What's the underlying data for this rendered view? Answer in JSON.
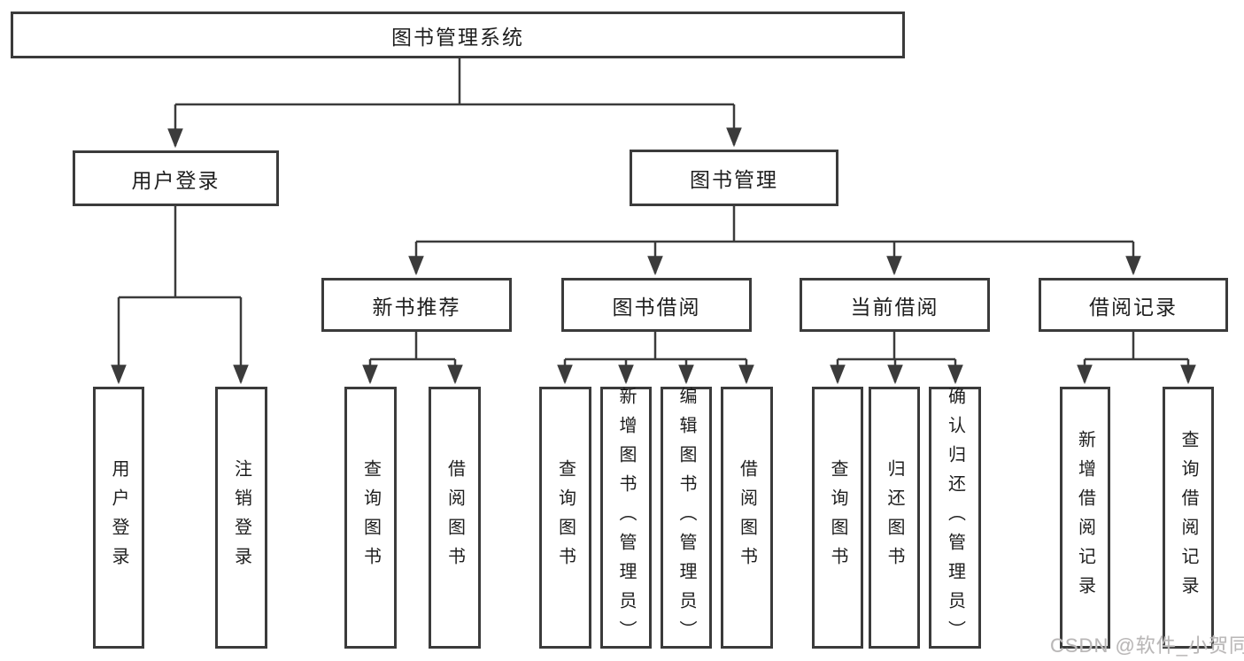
{
  "tree": {
    "label": "图书管理系统",
    "children": [
      {
        "label": "用户登录",
        "children": [
          {
            "label": "用户登录"
          },
          {
            "label": "注销登录"
          }
        ]
      },
      {
        "label": "图书管理",
        "children": [
          {
            "label": "新书推荐",
            "children": [
              {
                "label": "查询图书"
              },
              {
                "label": "借阅图书"
              }
            ]
          },
          {
            "label": "图书借阅",
            "children": [
              {
                "label": "查询图书"
              },
              {
                "label": "新增图书（管理员）"
              },
              {
                "label": "编辑图书（管理员）"
              },
              {
                "label": "借阅图书"
              }
            ]
          },
          {
            "label": "当前借阅",
            "children": [
              {
                "label": "查询图书"
              },
              {
                "label": "归还图书"
              },
              {
                "label": "确认归还（管理员）"
              }
            ]
          },
          {
            "label": "借阅记录",
            "children": [
              {
                "label": "新增借阅记录"
              },
              {
                "label": "查询借阅记录"
              }
            ]
          }
        ]
      }
    ]
  },
  "watermark": "CSDN @软件_小贺同学",
  "colors": {
    "line": "#3b3b3b",
    "node_border": "#3b3b3b",
    "node_text": "#1e1e1e",
    "background": "#ffffff",
    "watermark_text": "#b9b7b7"
  }
}
